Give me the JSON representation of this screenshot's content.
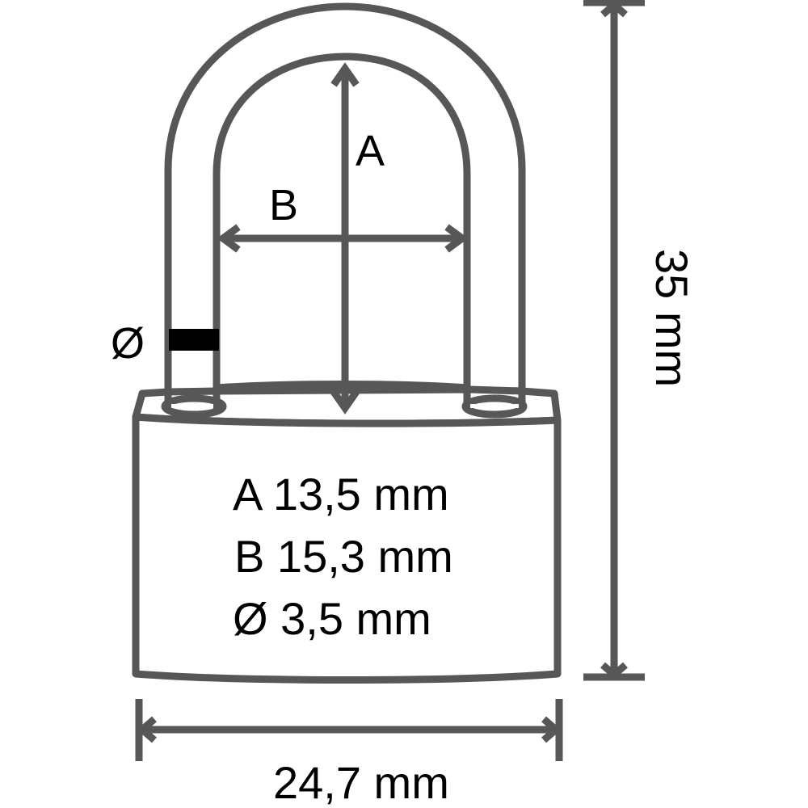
{
  "diagram": {
    "subject": "padlock",
    "labels": {
      "inner_height_marker": "A",
      "inner_width_marker": "B",
      "diameter_marker": "Ø"
    },
    "specs": [
      {
        "key": "A",
        "value": "13,5 mm"
      },
      {
        "key": "B",
        "value": "15,3 mm"
      },
      {
        "key": "Ø",
        "value": "3,5 mm"
      }
    ],
    "overall_height": "35 mm",
    "overall_width": "24,7 mm"
  },
  "colors": {
    "line": "#575757",
    "text": "#000000",
    "diameter_marker_fill": "#000000",
    "background": "#ffffff"
  }
}
